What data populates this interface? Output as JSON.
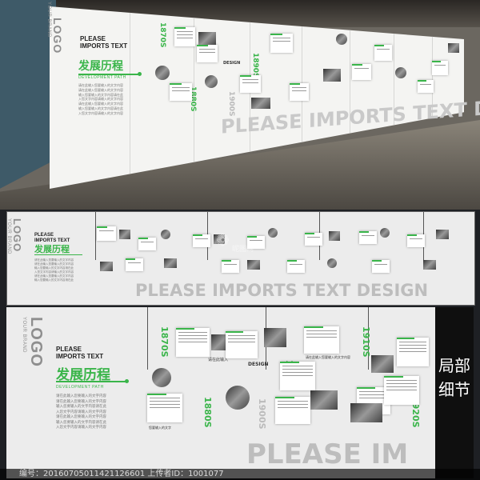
{
  "logo": {
    "text": "LOGO",
    "sub": "YOUR BRAND"
  },
  "title": {
    "en_line1": "PLEASE",
    "en_line2": "IMPORTS TEXT",
    "cn": "发展历程",
    "sub": "DEVELOPMENT PATH"
  },
  "paragraph": [
    "请在此输入您要输入的文字内容",
    "请在此输入您要输入的文字内容",
    "输入您要输入的文字内容请在此",
    "入您文字内容请输入的文字内容",
    "请在此输入您要输入的文字内容",
    "输入您要输入的文字内容请在此",
    "入您文字内容请输入的文字内容"
  ],
  "big_text": "PLEASE IMPORTS TEXT DESIGN",
  "big_text_partial": "PLEASE IM",
  "years": {
    "y1870": "1870S",
    "y1880": "1880S",
    "y1890": "1890S",
    "y1900": "1900S",
    "y1910": "1910S",
    "y1920": "1920S"
  },
  "small_labels": {
    "design": "DESIGN",
    "input": "请在此输入",
    "text_a": "请在此输入您要输入的文字内容",
    "text_b": "您要输入的文字"
  },
  "detail_label": "局部细节",
  "footer": "编号：20160705011421126601  上传者ID：1001077",
  "watermark": "昵图网",
  "colors": {
    "accent": "#3ab54a",
    "wall": "#f4f4f2",
    "panel_bg": "#ececec",
    "dark": "#0f0f0f"
  },
  "icons": [
    "watermark-logo-icon"
  ]
}
